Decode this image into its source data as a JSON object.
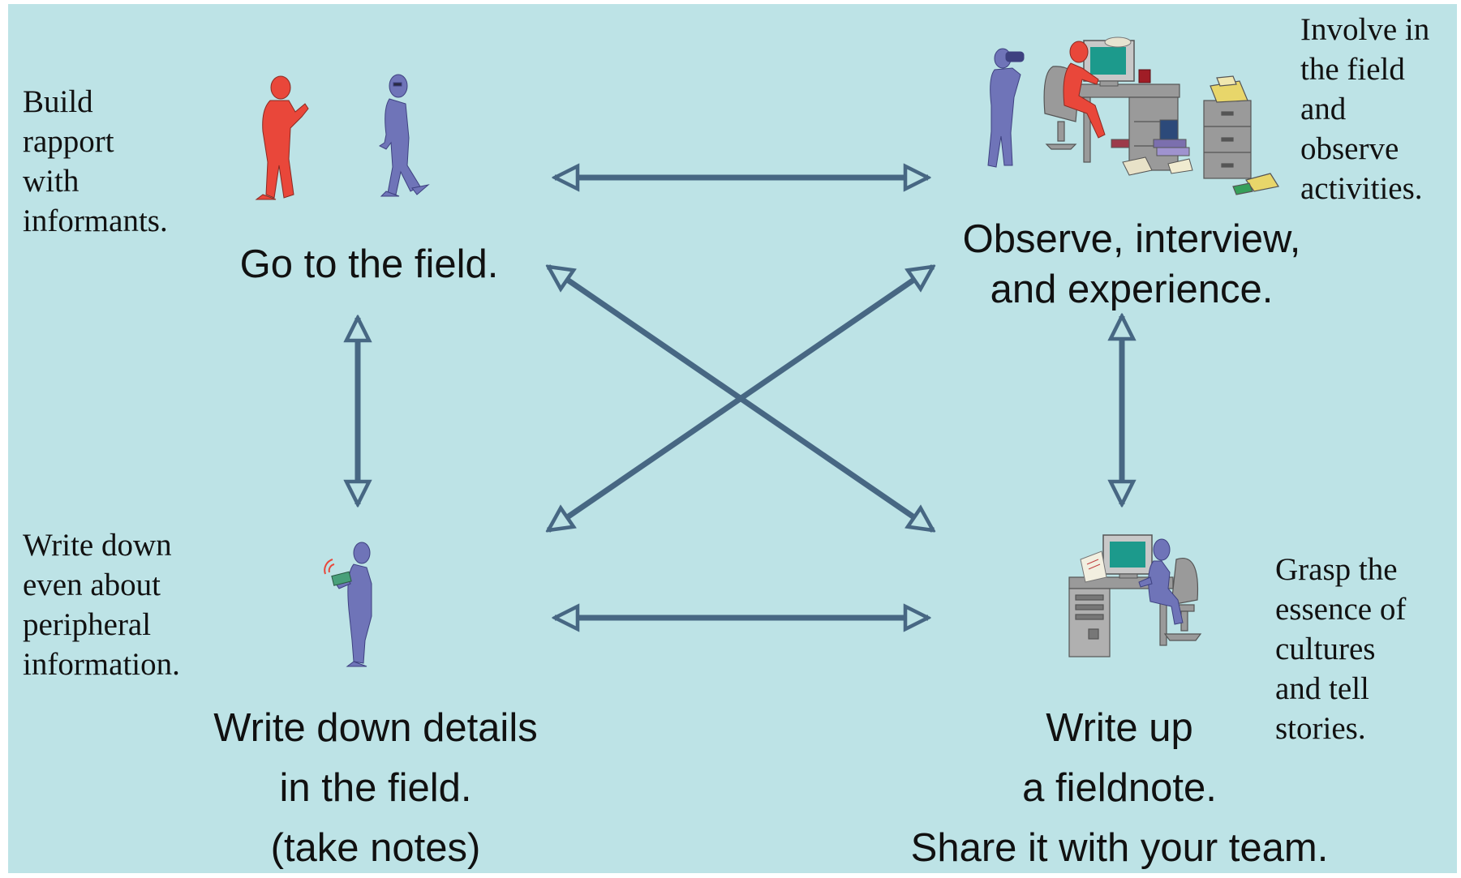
{
  "diagram": {
    "stages": {
      "go_field": "Go to the field.",
      "observe": [
        "Observe, interview,",
        "and experience."
      ],
      "write_down": [
        "Write down details",
        "in the field.",
        "(take notes)"
      ],
      "write_up": [
        "Write up",
        "a fieldnote.",
        "Share it with your team."
      ]
    },
    "notes": {
      "rapport": [
        "Build",
        "rapport",
        "with",
        "informants."
      ],
      "involve": [
        "Involve in",
        "the field",
        "and",
        "observe",
        "activities."
      ],
      "peripheral": [
        "Write down",
        "even about",
        "peripheral",
        "information."
      ],
      "essence": [
        "Grasp the",
        "essence of",
        "cultures",
        "and tell",
        "stories."
      ]
    },
    "colors": {
      "background": "#bde3e6",
      "arrow": "#476783",
      "figure_red": "#e9473a",
      "figure_blue": "#6f74b8",
      "furniture_gray": "#9a9a9a"
    },
    "icons": [
      "two-people-icon",
      "observer-office-icon",
      "note-taker-icon",
      "computer-desk-icon"
    ]
  }
}
